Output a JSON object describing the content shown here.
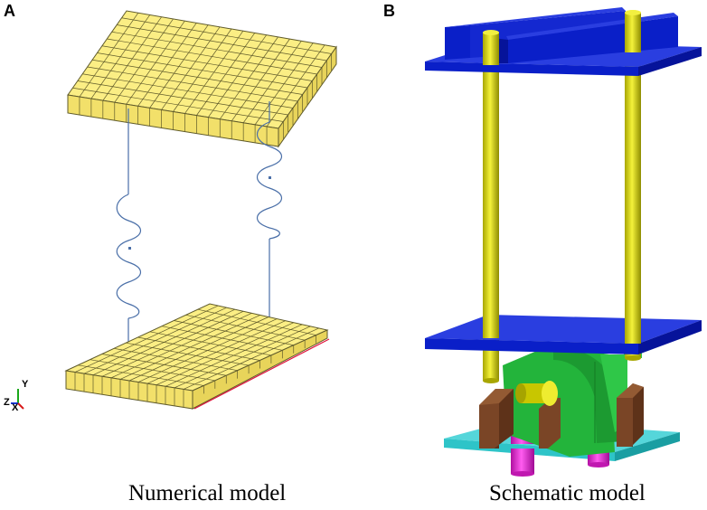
{
  "panels": [
    {
      "letter": "A",
      "caption": "Numerical model"
    },
    {
      "letter": "B",
      "caption": "Schematic model"
    }
  ],
  "triad": {
    "y": "Y",
    "z": "Z",
    "x": "X"
  },
  "colors": {
    "mesh_fill": "#fbee84",
    "mesh_line": "#5f5a2a",
    "spring": "#4a6fa8",
    "red_edge": "#e0143c",
    "plate_blue": "#0a1fc8",
    "rod_yellow": "#d8d600",
    "body_green": "#23b43b",
    "bracket_brown": "#7a4526",
    "base_cyan": "#2ec4c8",
    "bolt_magenta": "#e02ad0"
  }
}
